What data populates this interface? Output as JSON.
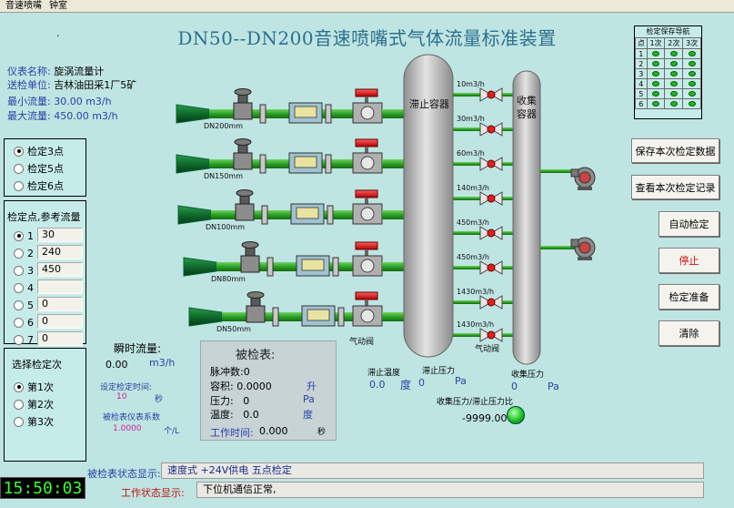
{
  "menu": [
    "音速喷嘴",
    "钟室"
  ],
  "dot": ".",
  "title": "DN50--DN200音速喷嘴式气体流量标准装置",
  "instrument": {
    "name_label": "仪表名称:",
    "name_value": "旋涡流量计",
    "unit_label": "送检单位:",
    "unit_value": "吉林油田采1厂5矿",
    "min_label": "最小流量:",
    "min_value": "30.00",
    "min_unit": "m3/h",
    "max_label": "最大流量:",
    "max_value": "450.00",
    "max_unit": "m3/h"
  },
  "points_group": {
    "options": [
      "检定3点",
      "检定5点",
      "检定6点"
    ],
    "selected": 0
  },
  "ref_group": {
    "title": "检定点,参考流量",
    "rows": [
      {
        "num": "1",
        "value": "30",
        "on": true
      },
      {
        "num": "2",
        "value": "240",
        "on": false
      },
      {
        "num": "3",
        "value": "450",
        "on": false
      },
      {
        "num": "4",
        "value": "",
        "on": false
      },
      {
        "num": "5",
        "value": "0",
        "on": false
      },
      {
        "num": "6",
        "value": "0",
        "on": false
      },
      {
        "num": "7",
        "value": "0",
        "on": false
      }
    ]
  },
  "times_group": {
    "title": "选择检定次",
    "options": [
      "第1次",
      "第2次",
      "第3次"
    ],
    "selected": 0
  },
  "instant": {
    "label": "瞬时流量:",
    "value": "0.00",
    "unit": "m3/h"
  },
  "set_time": {
    "label": "设定检定时间:",
    "value": "10",
    "unit": "秒"
  },
  "coef": {
    "label": "被检表仪表系数",
    "value": "1.0000",
    "unit": "个/L"
  },
  "panel": {
    "title": "被检表:",
    "pulse_label": "脉冲数:",
    "pulse_value": "0",
    "volume_label": "容积:",
    "volume_value": "0.0000",
    "volume_unit": "升",
    "pressure_label": "压力:",
    "pressure_value": "0",
    "pressure_unit": "Pa",
    "temp_label": "温度:",
    "temp_value": "0.0",
    "temp_unit": "度",
    "worktime_label": "工作时间:",
    "worktime_value": "0.000",
    "worktime_unit": "秒"
  },
  "process": {
    "pipes": [
      "DN200mm",
      "DN150mm",
      "DN100mm",
      "DN80mm",
      "DN50mm"
    ],
    "flows": [
      "10m3/h",
      "30m3/h",
      "60m3/h",
      "140m3/h",
      "450m3/h",
      "450m3/h",
      "1430m3/h",
      "1430m3/h"
    ],
    "stop_vessel": "滞止容器",
    "collect_vessel": "收集\n容器",
    "valve1": "气动阀",
    "valve2": "气动阀"
  },
  "readings": {
    "stop_temp_label": "滞止温度",
    "stop_temp_value": "0.0",
    "stop_temp_unit": "度",
    "stop_press_label": "滞止压力",
    "stop_press_value": "0",
    "stop_press_unit": "Pa",
    "collect_press_label": "收集压力",
    "collect_press_value": "0",
    "collect_press_unit": "Pa",
    "ratio_label": "收集压力/滞止压力比",
    "ratio_value": "-9999.000"
  },
  "nav": {
    "title": "检定保存导航",
    "headers": [
      "点",
      "1次",
      "2次",
      "3次"
    ],
    "rows": [
      "1",
      "2",
      "3",
      "4",
      "5",
      "6"
    ]
  },
  "buttons": {
    "save": "保存本次检定数据",
    "view": "查看本次检定记录",
    "auto": "自动检定",
    "stop": "停止",
    "prepare": "检定准备",
    "clear": "清除"
  },
  "status": {
    "meter_label": "被检表状态显示:",
    "meter_value": "速度式   +24V供电   五点检定",
    "work_label": "工作状态显示:",
    "work_value": "下位机通信正常,"
  },
  "clock": "15:50:03",
  "colors": {
    "pipe": "#2aa024",
    "nozzle": "#0f6a2c",
    "valve": "#e02020",
    "vessel": "#b8b8b8",
    "led": "#21b521"
  }
}
